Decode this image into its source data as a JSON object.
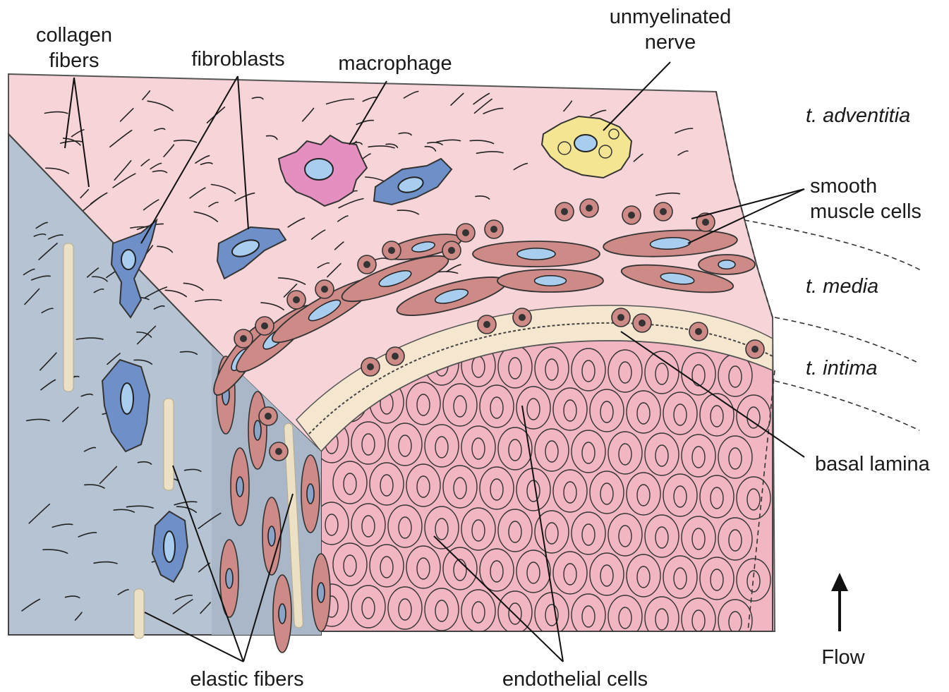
{
  "labels": {
    "collagen_line1": "collagen",
    "collagen_line2": "fibers",
    "fibroblasts": "fibroblasts",
    "macrophage": "macrophage",
    "nerve_line1": "unmyelinated",
    "nerve_line2": "nerve",
    "t_adventitia": "t. adventitia",
    "smooth_line1": "smooth",
    "smooth_line2": "muscle cells",
    "t_media": "t. media",
    "t_intima": "t. intima",
    "basal_lamina": "basal lamina",
    "elastic_fibers": "elastic fibers",
    "endothelial_cells": "endothelial cells",
    "flow": "Flow"
  },
  "colors": {
    "adventitia_pink": "#f7d4d8",
    "cut_face_blue": "#b6c3d2",
    "lumen_pink": "#f2b6c3",
    "smooth_muscle": "#cd8a86",
    "fibroblast_blue": "#6e8fc8",
    "macrophage_pink": "#e48fc0",
    "nerve_yellow": "#f3e592",
    "nucleus_blue": "#a9cdee",
    "elastic_cream": "#ece1c4",
    "intima_cream": "#f5e6cf"
  }
}
